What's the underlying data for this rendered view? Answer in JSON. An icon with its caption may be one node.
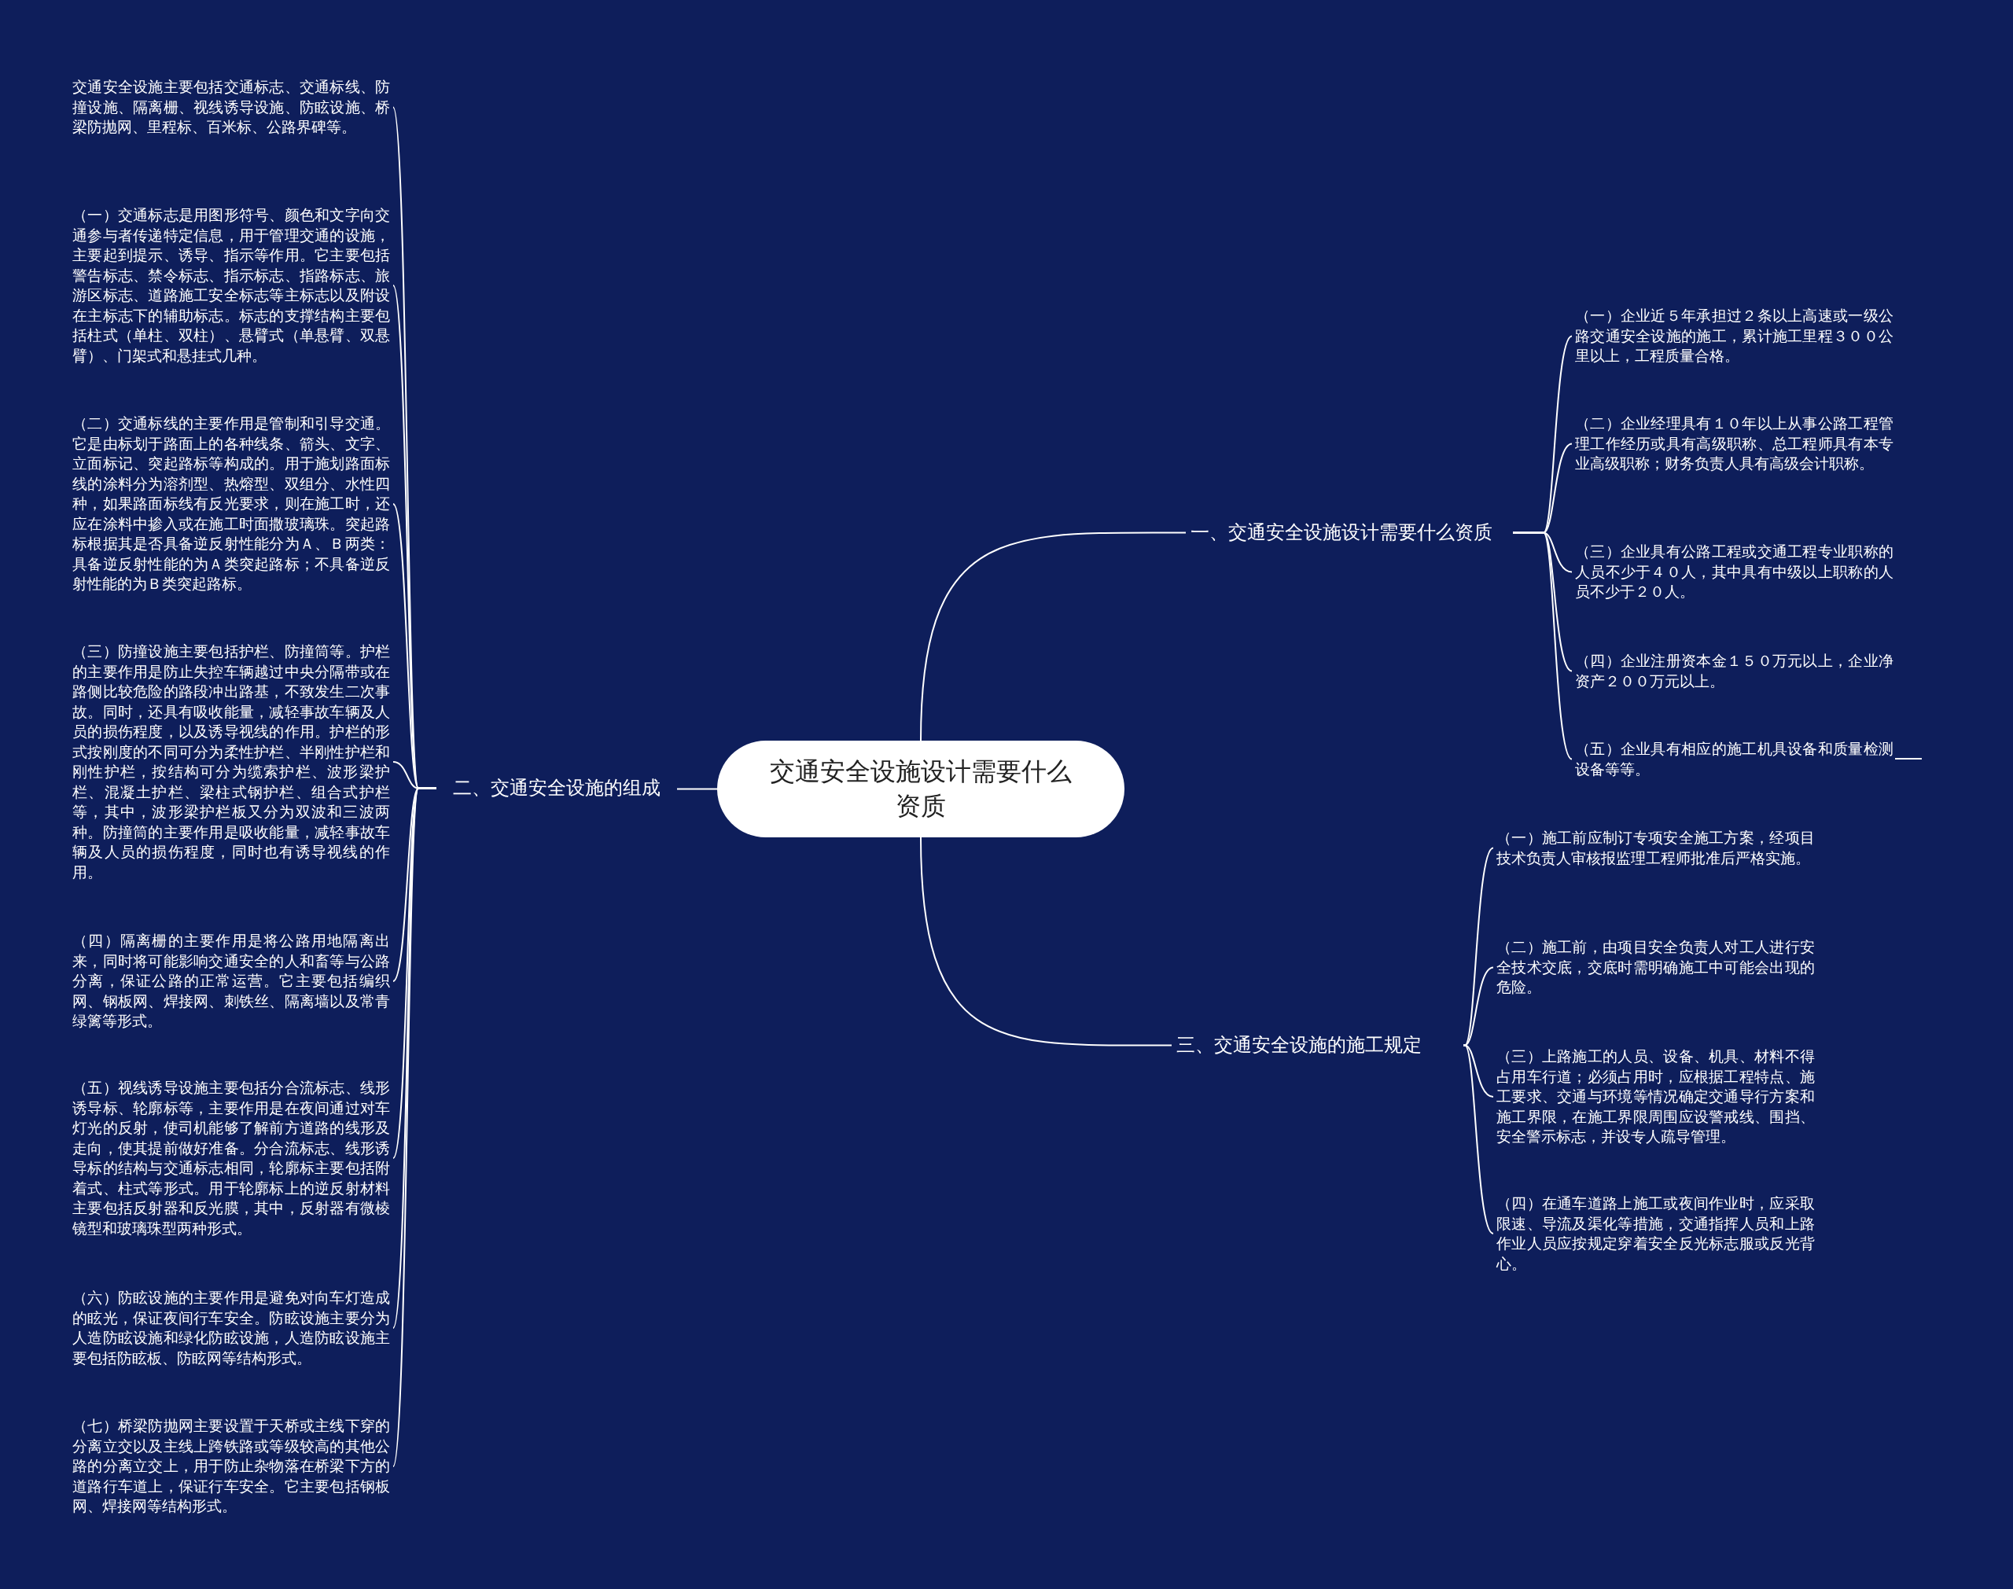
{
  "diagram": {
    "nodes": [
      {
        "text": [
          "交通安全设施设计需要什么资质"
        ]
      },
      {
        "text": [
          "一、交通安全设施设计需要什么资质"
        ]
      },
      {
        "text": [
          "（一）企业近５年承担过２条以上高速或一级公路交通安全设施的施工，累计施工里程３００公里以上，工程质量合格。"
        ]
      },
      {
        "text": [
          "（二）企业经理具有１０年以上从事公路工程管理工作经历或具有高级职称、总工程师具有本专业高级职称；财务负责人具有高级会计职称。"
        ]
      },
      {
        "text": [
          "（三）企业具有公路工程或交通工程专业职称的人员不少于４０人，其中具有中级以上职称的人员不少于２０人。"
        ]
      },
      {
        "text": [
          "（四）企业注册资本金１５０万元以上，企业净资产２００万元以上。"
        ]
      },
      {
        "text": [
          "（五）企业具有相应的施工机具设备和质量检测设备等等。"
        ]
      },
      {
        "text": [
          "二、交通安全设施的组成"
        ]
      },
      {
        "text": [
          "交通安全设施主要包括交通标志、交通标线、防撞设施、隔离栅、视线诱导设施、防眩设施、桥梁防抛网、里程标、百米标、公路界碑等。"
        ]
      },
      {
        "text": [
          "（一）交通标志是用图形符号、颜色和文字向交通参与者传递特定信息，用于管理交通的设施，主要起到提示、诱导、指示等作用。它主要包括警告标志、禁令标志、指示标志、指路标志、旅游区标志、道路施工安全标志等主标志以及附设在主标志下的辅助标志。标志的支撑结构主要包括柱式（单柱、双柱）、悬臂式（单悬臂、双悬臂）、门架式和悬挂式几种。"
        ]
      },
      {
        "text": [
          "（二）交通标线的主要作用是管制和引导交通。它是由标划于路面上的各种线条、箭头、文字、立面标记、突起路标等构成的。用于施划路面标线的涂料分为溶剂型、热熔型、双组分、水性四种，如果路面标线有反光要求，则在施工时，还应在涂料中掺入或在施工时面撒玻璃珠。突起路标根据其是否具备逆反射性能分为Ａ、Ｂ两类：具备逆反射性能的为Ａ类突起路标；不具备逆反射性能的为Ｂ类突起路标。"
        ]
      },
      {
        "text": [
          "（三）防撞设施主要包括护栏、防撞筒等。护栏的主要作用是防止失控车辆越过中央分隔带或在路侧比较危险的路段冲出路基，不致发生二次事故。同时，还具有吸收能量，减轻事故车辆及人员的损伤程度，以及诱导视线的作用。护栏的形式按刚度的不同可分为柔性护栏、半刚性护栏和刚性护栏，按结构可分为缆索护栏、波形梁护栏、混凝土护栏、梁柱式钢护栏、组合式护栏等，其中，波形梁护栏板又分为双波和三波两种。防撞筒的主要作用是吸收能量，减轻事故车辆及人员的损伤程度，同时也有诱导视线的作用。"
        ]
      },
      {
        "text": [
          "（四）隔离栅的主要作用是将公路用地隔离出来，同时将可能影响交通安全的人和畜等与公路分离，保证公路的正常运营。它主要包括编织网、钢板网、焊接网、刺铁丝、隔离墙以及常青绿篱等形式。"
        ]
      },
      {
        "text": [
          "（五）视线诱导设施主要包括分合流标志、线形诱导标、轮廓标等，主要作用是在夜间通过对车灯光的反射，使司机能够了解前方道路的线形及走向，使其提前做好准备。分合流标志、线形诱导标的结构与交通标志相同，轮廓标主要包括附着式、柱式等形式。用于轮廓标上的逆反射材料主要包括反射器和反光膜，其中，反射器有微棱镜型和玻璃珠型两种形式。"
        ]
      },
      {
        "text": [
          "（六）防眩设施的主要作用是避免对向车灯造成的眩光，保证夜间行车安全。防眩设施主要分为人造防眩设施和绿化防眩设施，人造防眩设施主要包括防眩板、防眩网等结构形式。"
        ]
      },
      {
        "text": [
          "（七）桥梁防抛网主要设置于天桥或主线下穿的分离立交以及主线上跨铁路或等级较高的其他公路的分离立交上，用于防止杂物落在桥梁下方的道路行车道上，保证行车安全。它主要包括钢板网、焊接网等结构形式。"
        ]
      },
      {
        "text": [
          "三、交通安全设施的施工规定"
        ]
      },
      {
        "text": [
          "（一）施工前应制订专项安全施工方案，经项目技术负责人审核报监理工程师批准后严格实施。"
        ]
      },
      {
        "text": [
          "（二）施工前，由项目安全负责人对工人进行安全技术交底，交底时需明确施工中可能会出现的危险。"
        ]
      },
      {
        "text": [
          "（三）上路施工的人员、设备、机具、材料不得占用车行道；必须占用时，应根据工程特点、施工要求、交通与环境等情况确定交通导行方案和施工界限，在施工界限周围应设警戒线、围挡、安全警示标志，并设专人疏导管理。"
        ]
      },
      {
        "text": [
          "（四）在通车道路上施工或夜间作业时，应采取限速、导流及渠化等措施，交通指挥人员和上路作业人员应按规定穿着安全反光标志服或反光背心。"
        ]
      }
    ],
    "edges": [
      {
        "from": 0,
        "to": 1,
        "arrow": "none"
      },
      {
        "from": 1,
        "to": 2,
        "arrow": "none"
      },
      {
        "from": 1,
        "to": 3,
        "arrow": "none"
      },
      {
        "from": 1,
        "to": 4,
        "arrow": "none"
      },
      {
        "from": 1,
        "to": 5,
        "arrow": "none"
      },
      {
        "from": 1,
        "to": 6,
        "arrow": "none"
      },
      {
        "from": 0,
        "to": 7,
        "arrow": "none"
      },
      {
        "from": 7,
        "to": 8,
        "arrow": "none"
      },
      {
        "from": 7,
        "to": 9,
        "arrow": "none"
      },
      {
        "from": 7,
        "to": 10,
        "arrow": "none"
      },
      {
        "from": 7,
        "to": 11,
        "arrow": "none"
      },
      {
        "from": 7,
        "to": 12,
        "arrow": "none"
      },
      {
        "from": 7,
        "to": 13,
        "arrow": "none"
      },
      {
        "from": 7,
        "to": 14,
        "arrow": "none"
      },
      {
        "from": 7,
        "to": 15,
        "arrow": "none"
      },
      {
        "from": 0,
        "to": 16,
        "arrow": "none"
      },
      {
        "from": 16,
        "to": 17,
        "arrow": "none"
      },
      {
        "from": 16,
        "to": 18,
        "arrow": "none"
      },
      {
        "from": 16,
        "to": 19,
        "arrow": "none"
      },
      {
        "from": 16,
        "to": 20,
        "arrow": "none"
      }
    ]
  }
}
